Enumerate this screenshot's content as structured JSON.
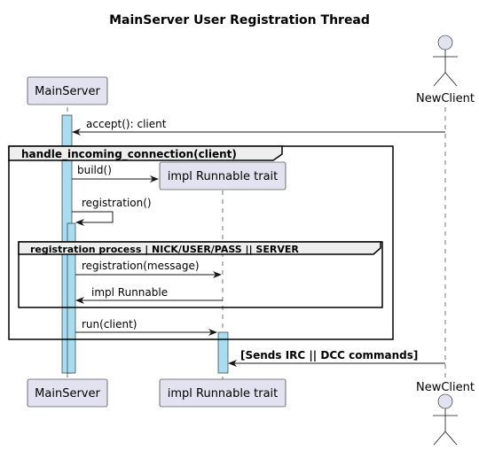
{
  "title": "MainServer User Registration Thread",
  "participants": {
    "main_server": "MainServer",
    "runnable": "impl Runnable trait",
    "new_client": "NewClient"
  },
  "frames": {
    "outer": "handle_incoming_connection(client)",
    "inner": "registration process | NICK/USER/PASS || SERVER"
  },
  "messages": {
    "accept": "accept(): client",
    "build": "build()",
    "registration": "registration()",
    "registration_message": "registration(message)",
    "impl_runnable": "impl Runnable",
    "run": "run(client)",
    "sends": "[Sends IRC || DCC commands]"
  },
  "colors": {
    "participant_fill": "#e2e2f0",
    "activation_fill": "#a8dcf0",
    "frame_tab_fill": "#eeeeee"
  }
}
